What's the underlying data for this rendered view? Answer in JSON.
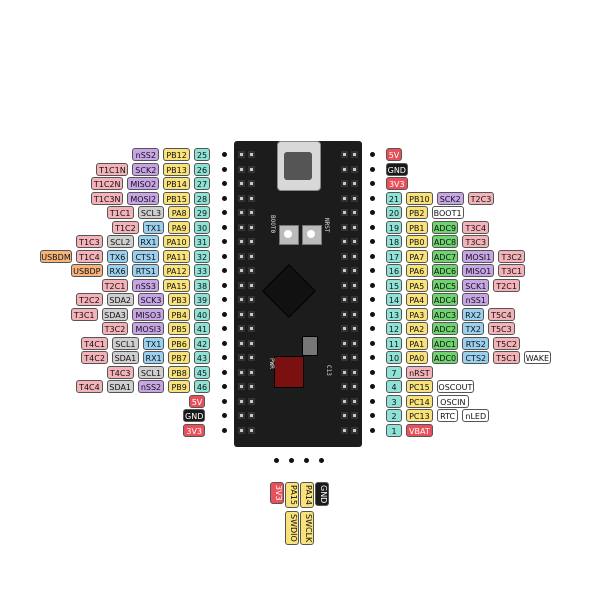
{
  "colors": {
    "red": "#e8505a",
    "pink": "#f4b3b8",
    "purple": "#c8a6e6",
    "yellow": "#f9e27a",
    "teal": "#8ee2d6",
    "grey": "#cfcfcf",
    "blue": "#9bd1ef",
    "green": "#6fd36f",
    "orange": "#f6b37a",
    "black": "#1a1a1a",
    "white": "#ffffff"
  },
  "board": {
    "silk_boot0": "BOOT0",
    "silk_nrst": "NRST",
    "silk_pwr": "PWR",
    "silk_c13": "C13"
  },
  "left_labels": [
    {
      "row": 0,
      "items": [
        {
          "t": "nSS2",
          "c": "purple"
        },
        {
          "t": "PB12",
          "c": "yellow"
        },
        {
          "t": "25",
          "c": "teal"
        }
      ]
    },
    {
      "row": 1,
      "items": [
        {
          "t": "T1C1N",
          "c": "pink"
        },
        {
          "t": "SCK2",
          "c": "purple"
        },
        {
          "t": "PB13",
          "c": "yellow"
        },
        {
          "t": "26",
          "c": "teal"
        }
      ]
    },
    {
      "row": 2,
      "items": [
        {
          "t": "T1C2N",
          "c": "pink"
        },
        {
          "t": "MISO2",
          "c": "purple"
        },
        {
          "t": "PB14",
          "c": "yellow"
        },
        {
          "t": "27",
          "c": "teal"
        }
      ]
    },
    {
      "row": 3,
      "items": [
        {
          "t": "T1C3N",
          "c": "pink"
        },
        {
          "t": "MOSI2",
          "c": "purple"
        },
        {
          "t": "PB15",
          "c": "yellow"
        },
        {
          "t": "28",
          "c": "teal"
        }
      ]
    },
    {
      "row": 4,
      "items": [
        {
          "t": "T1C1",
          "c": "pink"
        },
        {
          "t": "SCL3",
          "c": "grey"
        },
        {
          "t": "PA8",
          "c": "yellow"
        },
        {
          "t": "29",
          "c": "teal"
        }
      ]
    },
    {
      "row": 5,
      "items": [
        {
          "t": "T1C2",
          "c": "pink"
        },
        {
          "t": "TX1",
          "c": "blue"
        },
        {
          "t": "PA9",
          "c": "yellow"
        },
        {
          "t": "30",
          "c": "teal"
        }
      ]
    },
    {
      "row": 6,
      "items": [
        {
          "t": "T1C3",
          "c": "pink"
        },
        {
          "t": "SCL2",
          "c": "grey"
        },
        {
          "t": "RX1",
          "c": "blue"
        },
        {
          "t": "PA10",
          "c": "yellow"
        },
        {
          "t": "31",
          "c": "teal"
        }
      ]
    },
    {
      "row": 7,
      "items": [
        {
          "t": "USBDM",
          "c": "orange"
        },
        {
          "t": "T1C4",
          "c": "pink"
        },
        {
          "t": "TX6",
          "c": "blue"
        },
        {
          "t": "CTS1",
          "c": "blue"
        },
        {
          "t": "PA11",
          "c": "yellow"
        },
        {
          "t": "32",
          "c": "teal"
        }
      ]
    },
    {
      "row": 8,
      "items": [
        {
          "t": "USBDP",
          "c": "orange"
        },
        {
          "t": "RX6",
          "c": "blue"
        },
        {
          "t": "RTS1",
          "c": "blue"
        },
        {
          "t": "PA12",
          "c": "yellow"
        },
        {
          "t": "33",
          "c": "teal"
        }
      ]
    },
    {
      "row": 9,
      "items": [
        {
          "t": "T2C1",
          "c": "pink"
        },
        {
          "t": "nSS3",
          "c": "purple"
        },
        {
          "t": "PA15",
          "c": "yellow"
        },
        {
          "t": "38",
          "c": "teal"
        }
      ]
    },
    {
      "row": 10,
      "items": [
        {
          "t": "T2C2",
          "c": "pink"
        },
        {
          "t": "SDA2",
          "c": "grey"
        },
        {
          "t": "SCK3",
          "c": "purple"
        },
        {
          "t": "PB3",
          "c": "yellow"
        },
        {
          "t": "39",
          "c": "teal"
        }
      ]
    },
    {
      "row": 11,
      "items": [
        {
          "t": "T3C1",
          "c": "pink"
        },
        {
          "t": "SDA3",
          "c": "grey"
        },
        {
          "t": "MISO3",
          "c": "purple"
        },
        {
          "t": "PB4",
          "c": "yellow"
        },
        {
          "t": "40",
          "c": "teal"
        }
      ]
    },
    {
      "row": 12,
      "items": [
        {
          "t": "T3C2",
          "c": "pink"
        },
        {
          "t": "MOSI3",
          "c": "purple"
        },
        {
          "t": "PB5",
          "c": "yellow"
        },
        {
          "t": "41",
          "c": "teal"
        }
      ]
    },
    {
      "row": 13,
      "items": [
        {
          "t": "T4C1",
          "c": "pink"
        },
        {
          "t": "SCL1",
          "c": "grey"
        },
        {
          "t": "TX1",
          "c": "blue"
        },
        {
          "t": "PB6",
          "c": "yellow"
        },
        {
          "t": "42",
          "c": "teal"
        }
      ]
    },
    {
      "row": 14,
      "items": [
        {
          "t": "T4C2",
          "c": "pink"
        },
        {
          "t": "SDA1",
          "c": "grey"
        },
        {
          "t": "RX1",
          "c": "blue"
        },
        {
          "t": "PB7",
          "c": "yellow"
        },
        {
          "t": "43",
          "c": "teal"
        }
      ]
    },
    {
      "row": 15,
      "items": [
        {
          "t": "T4C3",
          "c": "pink"
        },
        {
          "t": "SCL1",
          "c": "grey"
        },
        {
          "t": "PB8",
          "c": "yellow"
        },
        {
          "t": "45",
          "c": "teal"
        }
      ]
    },
    {
      "row": 16,
      "items": [
        {
          "t": "T4C4",
          "c": "pink"
        },
        {
          "t": "SDA1",
          "c": "grey"
        },
        {
          "t": "nSS2",
          "c": "purple"
        },
        {
          "t": "PB9",
          "c": "yellow"
        },
        {
          "t": "46",
          "c": "teal"
        }
      ]
    },
    {
      "row": 17,
      "items": [
        {
          "t": "5V",
          "c": "red"
        }
      ]
    },
    {
      "row": 18,
      "items": [
        {
          "t": "GND",
          "c": "black"
        }
      ]
    },
    {
      "row": 19,
      "items": [
        {
          "t": "3V3",
          "c": "red"
        }
      ]
    }
  ],
  "right_labels": [
    {
      "row": 0,
      "items": [
        {
          "t": "5V",
          "c": "red"
        }
      ]
    },
    {
      "row": 1,
      "items": [
        {
          "t": "GND",
          "c": "black"
        }
      ]
    },
    {
      "row": 2,
      "items": [
        {
          "t": "3V3",
          "c": "red"
        }
      ]
    },
    {
      "row": 3,
      "items": [
        {
          "t": "21",
          "c": "teal"
        },
        {
          "t": "PB10",
          "c": "yellow"
        },
        {
          "t": "SCK2",
          "c": "purple"
        },
        {
          "t": "T2C3",
          "c": "pink"
        }
      ]
    },
    {
      "row": 4,
      "items": [
        {
          "t": "20",
          "c": "teal"
        },
        {
          "t": "PB2",
          "c": "yellow"
        },
        {
          "t": "BOOT1",
          "c": "white"
        }
      ]
    },
    {
      "row": 5,
      "items": [
        {
          "t": "19",
          "c": "teal"
        },
        {
          "t": "PB1",
          "c": "yellow"
        },
        {
          "t": "ADC9",
          "c": "green"
        },
        {
          "t": "T3C4",
          "c": "pink"
        }
      ]
    },
    {
      "row": 6,
      "items": [
        {
          "t": "18",
          "c": "teal"
        },
        {
          "t": "PB0",
          "c": "yellow"
        },
        {
          "t": "ADC8",
          "c": "green"
        },
        {
          "t": "T3C3",
          "c": "pink"
        }
      ]
    },
    {
      "row": 7,
      "items": [
        {
          "t": "17",
          "c": "teal"
        },
        {
          "t": "PA7",
          "c": "yellow"
        },
        {
          "t": "ADC7",
          "c": "green"
        },
        {
          "t": "MOSI1",
          "c": "purple"
        },
        {
          "t": "T3C2",
          "c": "pink"
        }
      ]
    },
    {
      "row": 8,
      "items": [
        {
          "t": "16",
          "c": "teal"
        },
        {
          "t": "PA6",
          "c": "yellow"
        },
        {
          "t": "ADC6",
          "c": "green"
        },
        {
          "t": "MISO1",
          "c": "purple"
        },
        {
          "t": "T3C1",
          "c": "pink"
        }
      ]
    },
    {
      "row": 9,
      "items": [
        {
          "t": "15",
          "c": "teal"
        },
        {
          "t": "PA5",
          "c": "yellow"
        },
        {
          "t": "ADC5",
          "c": "green"
        },
        {
          "t": "SCK1",
          "c": "purple"
        },
        {
          "t": "T2C1",
          "c": "pink"
        }
      ]
    },
    {
      "row": 10,
      "items": [
        {
          "t": "14",
          "c": "teal"
        },
        {
          "t": "PA4",
          "c": "yellow"
        },
        {
          "t": "ADC4",
          "c": "green"
        },
        {
          "t": "nSS1",
          "c": "purple"
        }
      ]
    },
    {
      "row": 11,
      "items": [
        {
          "t": "13",
          "c": "teal"
        },
        {
          "t": "PA3",
          "c": "yellow"
        },
        {
          "t": "ADC3",
          "c": "green"
        },
        {
          "t": "RX2",
          "c": "blue"
        },
        {
          "t": "T5C4",
          "c": "pink"
        }
      ]
    },
    {
      "row": 12,
      "items": [
        {
          "t": "12",
          "c": "teal"
        },
        {
          "t": "PA2",
          "c": "yellow"
        },
        {
          "t": "ADC2",
          "c": "green"
        },
        {
          "t": "TX2",
          "c": "blue"
        },
        {
          "t": "T5C3",
          "c": "pink"
        }
      ]
    },
    {
      "row": 13,
      "items": [
        {
          "t": "11",
          "c": "teal"
        },
        {
          "t": "PA1",
          "c": "yellow"
        },
        {
          "t": "ADC1",
          "c": "green"
        },
        {
          "t": "RTS2",
          "c": "blue"
        },
        {
          "t": "T5C2",
          "c": "pink"
        }
      ]
    },
    {
      "row": 14,
      "items": [
        {
          "t": "10",
          "c": "teal"
        },
        {
          "t": "PA0",
          "c": "yellow"
        },
        {
          "t": "ADC0",
          "c": "green"
        },
        {
          "t": "CTS2",
          "c": "blue"
        },
        {
          "t": "T5C1",
          "c": "pink"
        },
        {
          "t": "WAKE",
          "c": "white"
        }
      ]
    },
    {
      "row": 15,
      "items": [
        {
          "t": "7",
          "c": "teal"
        },
        {
          "t": "nRST",
          "c": "pink"
        }
      ]
    },
    {
      "row": 16,
      "items": [
        {
          "t": "4",
          "c": "teal"
        },
        {
          "t": "PC15",
          "c": "yellow"
        },
        {
          "t": "OSCOUT",
          "c": "white"
        }
      ]
    },
    {
      "row": 17,
      "items": [
        {
          "t": "3",
          "c": "teal"
        },
        {
          "t": "PC14",
          "c": "yellow"
        },
        {
          "t": "OSCIN",
          "c": "white"
        }
      ]
    },
    {
      "row": 18,
      "items": [
        {
          "t": "2",
          "c": "teal"
        },
        {
          "t": "PC13",
          "c": "yellow"
        },
        {
          "t": "RTC",
          "c": "white"
        },
        {
          "t": "nLED",
          "c": "white"
        }
      ]
    },
    {
      "row": 19,
      "items": [
        {
          "t": "1",
          "c": "teal"
        },
        {
          "t": "VBAT",
          "c": "red"
        }
      ]
    }
  ],
  "bottom_labels": [
    {
      "items": [
        {
          "t": "3V3",
          "c": "red"
        }
      ]
    },
    {
      "items": [
        {
          "t": "PA15",
          "c": "yellow"
        },
        {
          "t": "SWDIO",
          "c": "yellow"
        }
      ]
    },
    {
      "items": [
        {
          "t": "PA14",
          "c": "yellow"
        },
        {
          "t": "SWCLK",
          "c": "yellow"
        }
      ]
    },
    {
      "items": [
        {
          "t": "GND",
          "c": "black"
        }
      ]
    }
  ]
}
